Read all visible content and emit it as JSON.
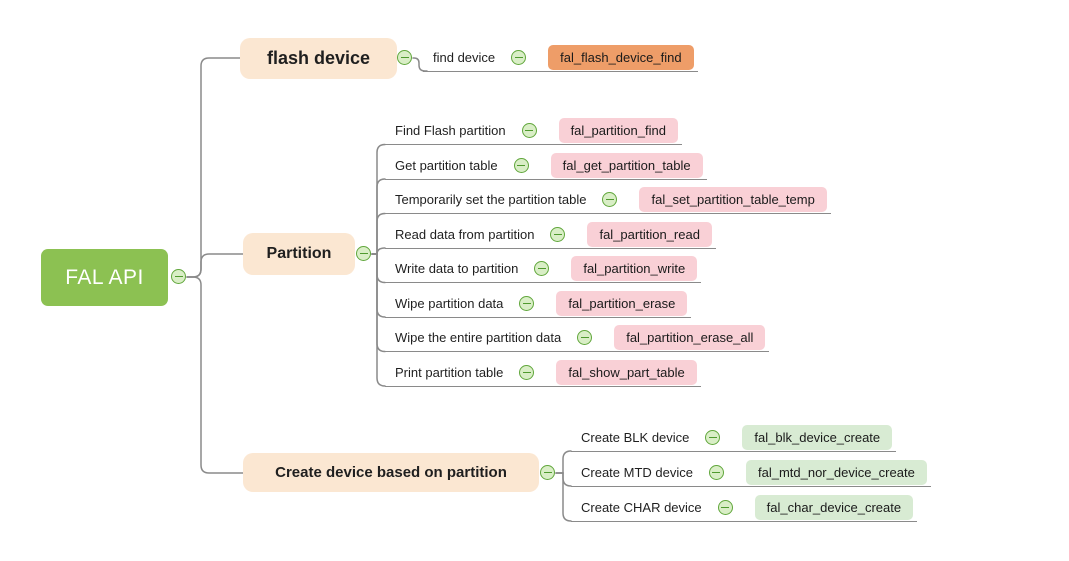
{
  "root": {
    "label": "FAL API"
  },
  "branches": [
    {
      "label": "flash device",
      "children": [
        {
          "label": "find device",
          "api": "fal_flash_device_find"
        }
      ]
    },
    {
      "label": "Partition",
      "children": [
        {
          "label": "Find Flash partition",
          "api": "fal_partition_find"
        },
        {
          "label": "Get partition table",
          "api": "fal_get_partition_table"
        },
        {
          "label": "Temporarily set the partition table",
          "api": "fal_set_partition_table_temp"
        },
        {
          "label": "Read data from partition",
          "api": "fal_partition_read"
        },
        {
          "label": "Write data to partition",
          "api": "fal_partition_write"
        },
        {
          "label": "Wipe partition data",
          "api": "fal_partition_erase"
        },
        {
          "label": "Wipe the entire partition data",
          "api": "fal_partition_erase_all"
        },
        {
          "label": "Print partition table",
          "api": "fal_show_part_table"
        }
      ]
    },
    {
      "label": "Create device based on partition",
      "children": [
        {
          "label": "Create BLK device",
          "api": "fal_blk_device_create"
        },
        {
          "label": "Create MTD device",
          "api": "fal_mtd_nor_device_create"
        },
        {
          "label": "Create CHAR device",
          "api": "fal_char_device_create"
        }
      ]
    }
  ],
  "icons": {
    "collapse": "minus-circle-icon"
  },
  "colors": {
    "root_bg": "#8cc152",
    "branch_bg": "#fbe7d2",
    "api_flash_bg": "#ee9d68",
    "api_partition_bg": "#f9d0d6",
    "api_create_bg": "#d8ebd3",
    "connector": "#8a8a8a",
    "collapse_icon": "#61a73c",
    "text": "#1f1f1f",
    "root_text": "#ffffff"
  }
}
